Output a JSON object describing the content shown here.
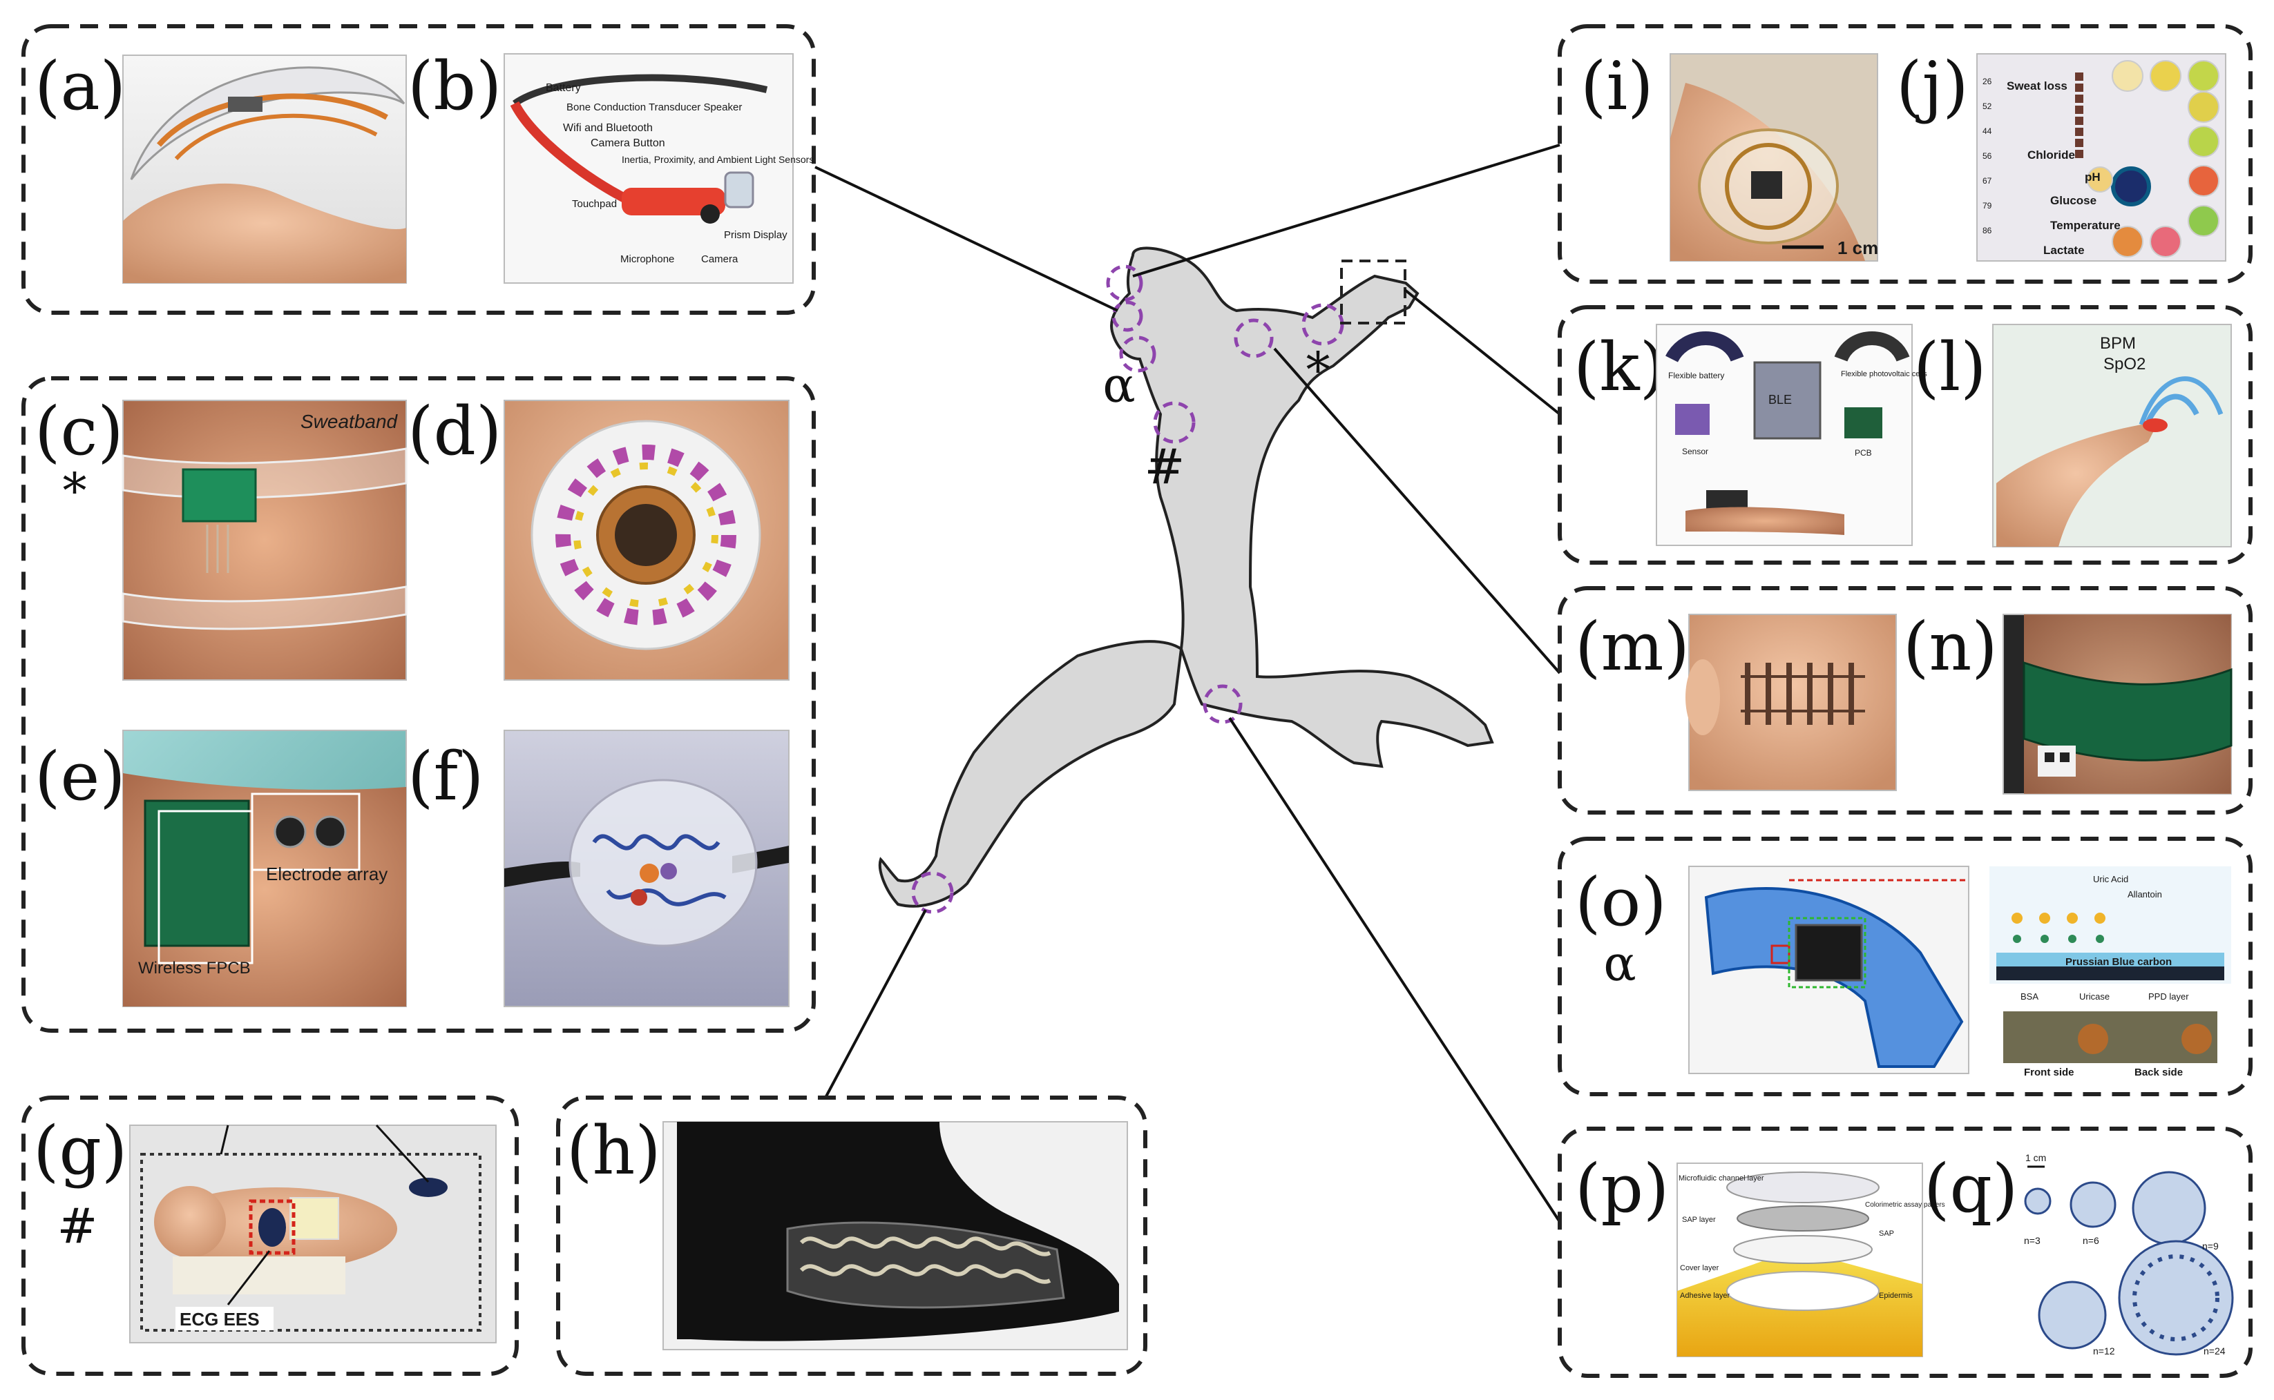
{
  "panels": {
    "a": {
      "label": "(a)"
    },
    "b": {
      "label": "(b)",
      "annotations": [
        "Battery",
        "Bone Conduction Transducer Speaker",
        "Wifi and Bluetooth",
        "Camera Button",
        "Inertia, Proximity, and Ambient Light Sensors",
        "Touchpad",
        "Prism Display",
        "Microphone",
        "Camera"
      ]
    },
    "c": {
      "label": "(c)",
      "symbol": "*",
      "annotation": "Sweatband"
    },
    "d": {
      "label": "(d)"
    },
    "e": {
      "label": "(e)",
      "annotations": [
        "Electrode array",
        "Wireless FPCB"
      ]
    },
    "f": {
      "label": "(f)"
    },
    "g": {
      "label": "(g)",
      "symbol": "#",
      "annotation": "ECG EES"
    },
    "h": {
      "label": "(h)"
    },
    "i": {
      "label": "(i)",
      "scale": "1 cm"
    },
    "j": {
      "label": "(j)",
      "annotations": [
        "Sweat loss",
        "Chloride",
        "pH",
        "Glucose",
        "Temperature",
        "Lactate"
      ],
      "ticks": [
        "26",
        "52",
        "44",
        "56",
        "67",
        "79",
        "86"
      ]
    },
    "k": {
      "label": "(k)",
      "annotations": [
        "Flexible battery",
        "Flexible photovoltaic cells",
        "Sensor",
        "PCB",
        "BLE"
      ]
    },
    "l": {
      "label": "(l)",
      "annotations": [
        "BPM",
        "SpO2"
      ]
    },
    "m": {
      "label": "(m)"
    },
    "n": {
      "label": "(n)"
    },
    "o": {
      "label": "(o)",
      "symbol": "α",
      "annotations": [
        "Uric Acid",
        "Allantoin",
        "Prussian Blue carbon",
        "BSA",
        "Uricase",
        "PPD layer",
        "Front side",
        "Back side"
      ]
    },
    "p": {
      "label": "(p)",
      "annotations": [
        "Microfluidic channel layer",
        "SAP layer",
        "Colorimetric assay papers",
        "SAP",
        "Cover layer",
        "Adhesive layer",
        "Epidermis"
      ]
    },
    "q": {
      "label": "(q)",
      "scale": "1 cm",
      "counts": [
        "n=3",
        "n=6",
        "n=9",
        "n=12",
        "n=24"
      ]
    }
  },
  "body_symbols": {
    "mouth": "α",
    "chest": "#",
    "arm": "*"
  },
  "colors": {
    "silhouette": "#d8d8d8",
    "marker": "#8e44ad",
    "frame": "#222222"
  }
}
